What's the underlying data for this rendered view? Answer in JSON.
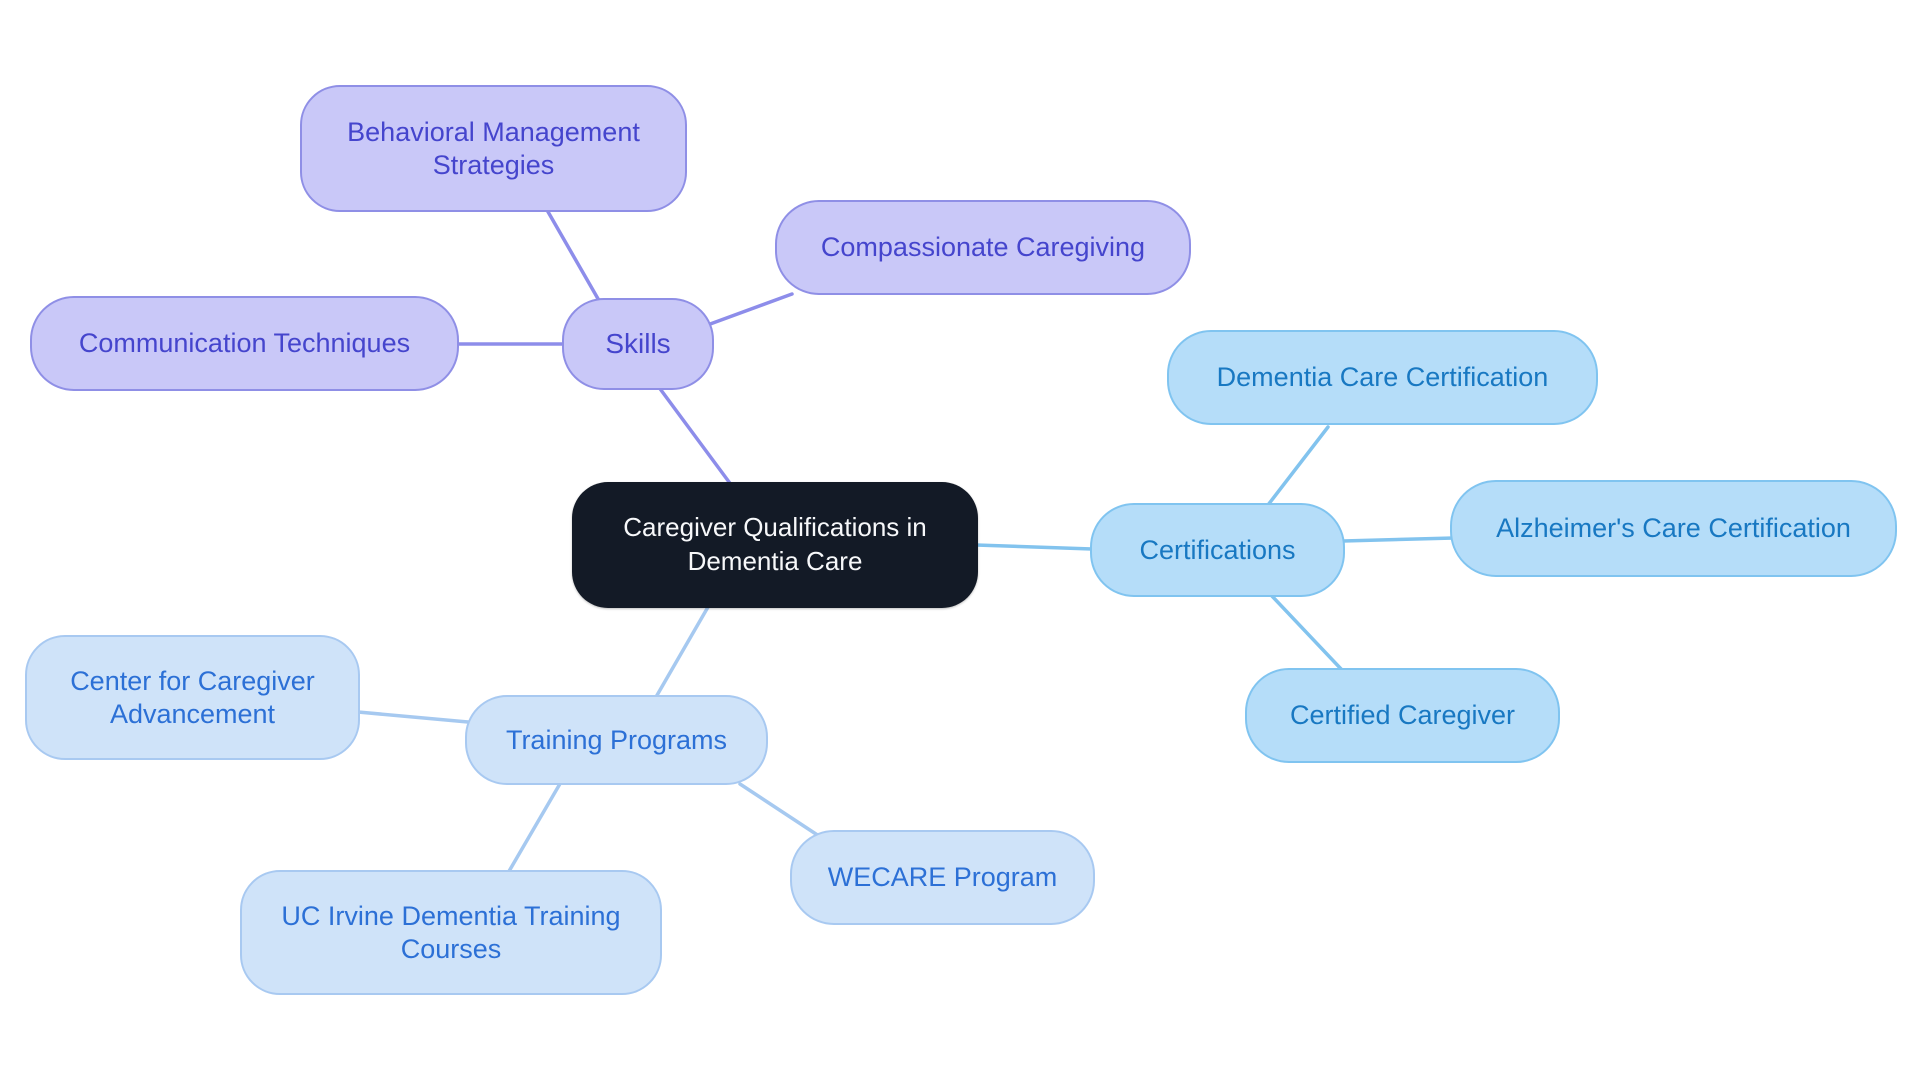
{
  "canvas": {
    "background": "#ffffff"
  },
  "mindmap": {
    "root": {
      "label": "Caregiver Qualifications in Dementia Care",
      "fill": "#131a26",
      "text_color": "#f7f8fa"
    },
    "branches": [
      {
        "label": "Skills",
        "fill": "#c9c8f8",
        "border": "#8f8fe6",
        "text_color": "#4545cd",
        "edge_color": "#8d8dea",
        "children": [
          {
            "label": "Behavioral Management Strategies"
          },
          {
            "label": "Compassionate Caregiving"
          },
          {
            "label": "Communication Techniques"
          }
        ]
      },
      {
        "label": "Certifications",
        "fill": "#b5ddf9",
        "border": "#80c4f0",
        "text_color": "#1878c2",
        "edge_color": "#82c3ee",
        "children": [
          {
            "label": "Dementia Care Certification"
          },
          {
            "label": "Alzheimer's Care Certification"
          },
          {
            "label": "Certified Caregiver"
          }
        ]
      },
      {
        "label": "Training Programs",
        "fill": "#cfe3f9",
        "border": "#a8c9f1",
        "text_color": "#2c70d6",
        "edge_color": "#a6c9f0",
        "children": [
          {
            "label": "Center for Caregiver Advancement"
          },
          {
            "label": "UC Irvine Dementia Training Courses"
          },
          {
            "label": "WECARE Program"
          }
        ]
      }
    ]
  }
}
